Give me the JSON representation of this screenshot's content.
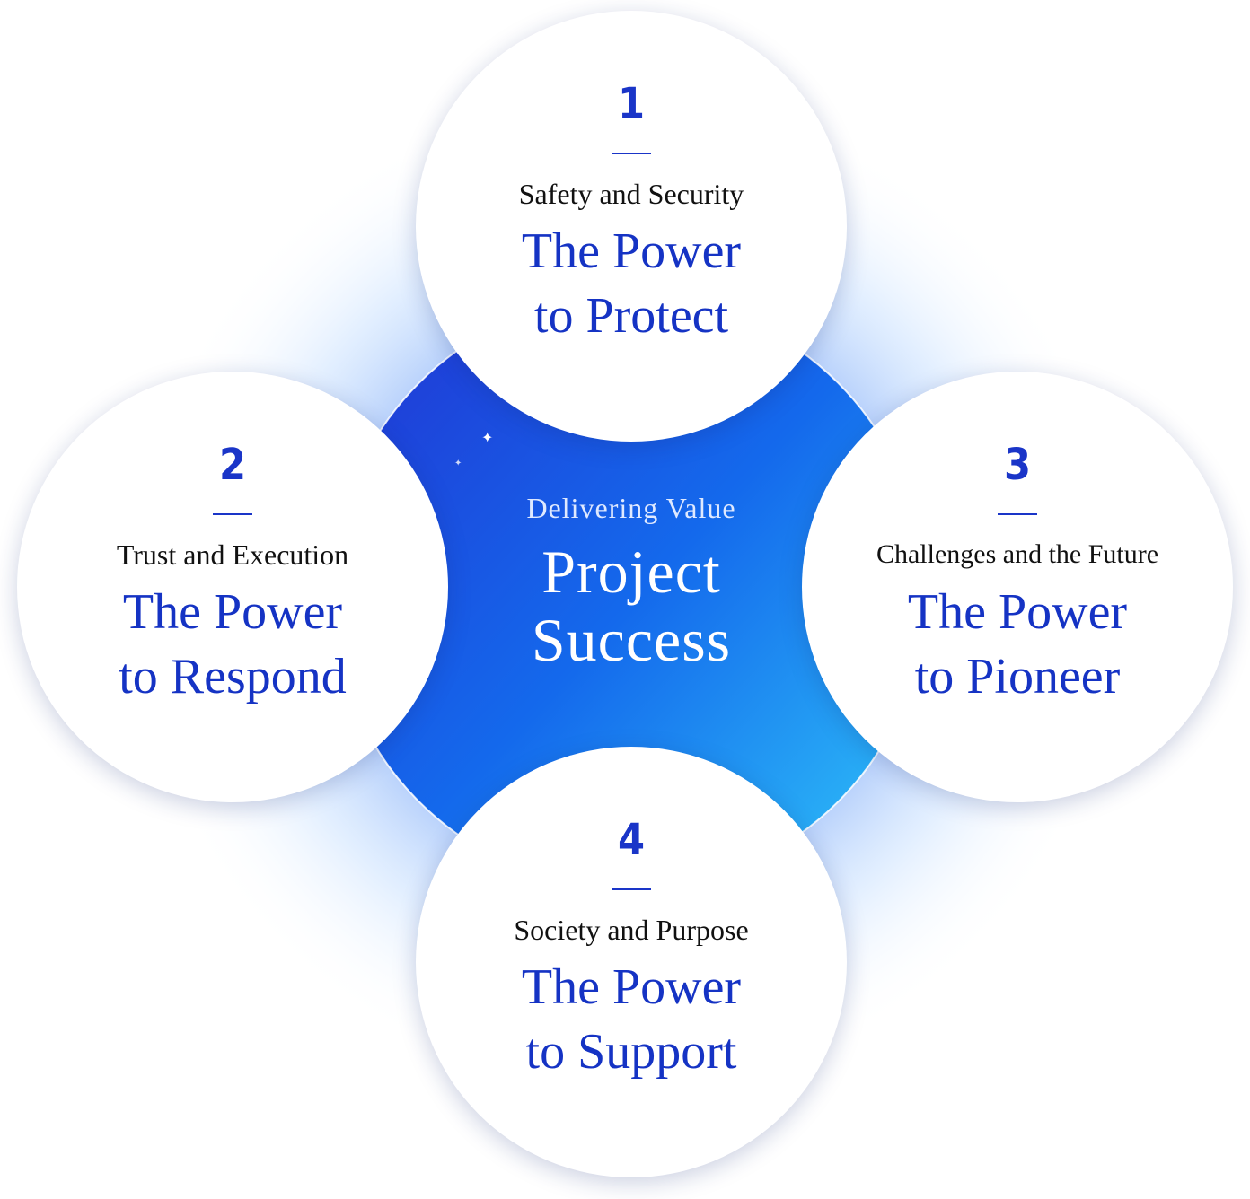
{
  "center": {
    "subtitle": "Delivering Value",
    "title_line1": "Project",
    "title_line2": "Success"
  },
  "pillars": [
    {
      "number": "1",
      "caption": "Safety and Security",
      "line1": "The Power",
      "line2": "to Protect"
    },
    {
      "number": "2",
      "caption": "Trust and Execution",
      "line1": "The Power",
      "line2": "to Respond"
    },
    {
      "number": "3",
      "caption": "Challenges and the Future",
      "line1": "The Power",
      "line2": "to Pioneer"
    },
    {
      "number": "4",
      "caption": "Society and Purpose",
      "line1": "The Power",
      "line2": "to Support"
    }
  ],
  "colors": {
    "accent": "#1533c4",
    "core_dark": "#1f4fe0",
    "core_light": "#1ea6f5"
  }
}
